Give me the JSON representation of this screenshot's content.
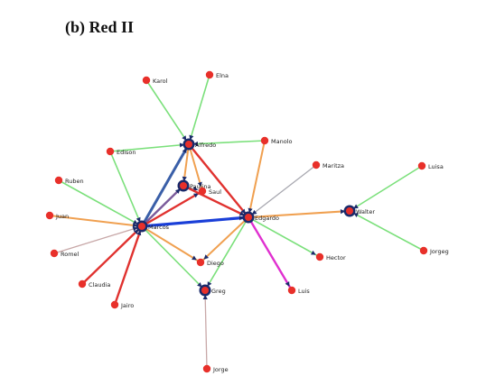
{
  "figure": {
    "title": "(b) Red II"
  },
  "colors": {
    "green": "#7be07b",
    "red": "#e0322f",
    "orange": "#f0a050",
    "blue": "#1a3fd8",
    "steelblue": "#3a5fa8",
    "gray": "#a8a8b0",
    "rosy": "#c8a8a8",
    "magenta": "#e030d0",
    "purple": "#7a5a9a",
    "node": "#e8302a",
    "hub": "#1a2a6a",
    "label": "#222222"
  },
  "nodes": [
    {
      "id": "karol",
      "label": "Karol",
      "hub": false
    },
    {
      "id": "elna",
      "label": "Elna",
      "hub": false
    },
    {
      "id": "alfredo",
      "label": "Alfredo",
      "hub": true
    },
    {
      "id": "edison",
      "label": "Edison",
      "hub": false
    },
    {
      "id": "manolo",
      "label": "Manolo",
      "hub": false
    },
    {
      "id": "maritza",
      "label": "Maritza",
      "hub": false
    },
    {
      "id": "luisa",
      "label": "Luisa",
      "hub": false
    },
    {
      "id": "ruben",
      "label": "Ruben",
      "hub": false
    },
    {
      "id": "paulina",
      "label": "Paulina",
      "hub": true
    },
    {
      "id": "saul",
      "label": "Saul",
      "hub": false
    },
    {
      "id": "juan",
      "label": "Juan",
      "hub": false
    },
    {
      "id": "marcos",
      "label": "Marcos",
      "hub": true
    },
    {
      "id": "edgardo",
      "label": "Edgardo",
      "hub": true
    },
    {
      "id": "walter",
      "label": "Walter",
      "hub": true
    },
    {
      "id": "romel",
      "label": "Romel",
      "hub": false
    },
    {
      "id": "diego",
      "label": "Diego",
      "hub": false
    },
    {
      "id": "hector",
      "label": "Hector",
      "hub": false
    },
    {
      "id": "jorgeg",
      "label": "Jorgeg",
      "hub": false
    },
    {
      "id": "claudia",
      "label": "Claudia",
      "hub": false
    },
    {
      "id": "greg",
      "label": "Greg",
      "hub": true
    },
    {
      "id": "luis",
      "label": "Luis",
      "hub": false
    },
    {
      "id": "jairo",
      "label": "Jairo",
      "hub": false
    },
    {
      "id": "jorge",
      "label": "Jorge",
      "hub": false
    }
  ],
  "edges": [
    {
      "from": "karol",
      "to": "alfredo",
      "color": "green"
    },
    {
      "from": "elna",
      "to": "alfredo",
      "color": "green"
    },
    {
      "from": "edison",
      "to": "alfredo",
      "color": "green"
    },
    {
      "from": "manolo",
      "to": "alfredo",
      "color": "green"
    },
    {
      "from": "edison",
      "to": "marcos",
      "color": "green"
    },
    {
      "from": "ruben",
      "to": "marcos",
      "color": "green"
    },
    {
      "from": "juan",
      "to": "marcos",
      "color": "orange"
    },
    {
      "from": "romel",
      "to": "marcos",
      "color": "rosy"
    },
    {
      "from": "claudia",
      "to": "marcos",
      "color": "red"
    },
    {
      "from": "jairo",
      "to": "marcos",
      "color": "red"
    },
    {
      "from": "marcos",
      "to": "alfredo",
      "color": "steelblue"
    },
    {
      "from": "marcos",
      "to": "paulina",
      "color": "purple"
    },
    {
      "from": "marcos",
      "to": "saul",
      "color": "red"
    },
    {
      "from": "marcos",
      "to": "edgardo",
      "color": "blue"
    },
    {
      "from": "marcos",
      "to": "diego",
      "color": "orange"
    },
    {
      "from": "marcos",
      "to": "greg",
      "color": "green"
    },
    {
      "from": "alfredo",
      "to": "paulina",
      "color": "orange"
    },
    {
      "from": "alfredo",
      "to": "saul",
      "color": "orange"
    },
    {
      "from": "alfredo",
      "to": "edgardo",
      "color": "red"
    },
    {
      "from": "paulina",
      "to": "saul",
      "color": "gray"
    },
    {
      "from": "paulina",
      "to": "edgardo",
      "color": "red"
    },
    {
      "from": "manolo",
      "to": "edgardo",
      "color": "orange"
    },
    {
      "from": "maritza",
      "to": "edgardo",
      "color": "gray"
    },
    {
      "from": "edgardo",
      "to": "walter",
      "color": "orange"
    },
    {
      "from": "edgardo",
      "to": "hector",
      "color": "green"
    },
    {
      "from": "edgardo",
      "to": "luis",
      "color": "magenta"
    },
    {
      "from": "edgardo",
      "to": "diego",
      "color": "orange"
    },
    {
      "from": "edgardo",
      "to": "greg",
      "color": "green"
    },
    {
      "from": "luisa",
      "to": "walter",
      "color": "green"
    },
    {
      "from": "jorgeg",
      "to": "walter",
      "color": "green"
    },
    {
      "from": "jorge",
      "to": "greg",
      "color": "rosy"
    }
  ]
}
